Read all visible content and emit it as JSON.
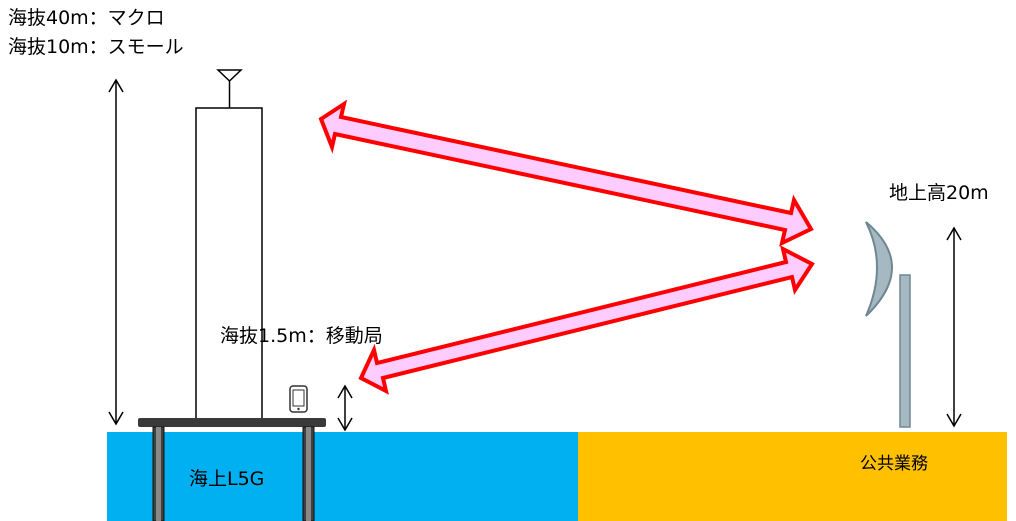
{
  "labels": {
    "macro_elevation": "海抜40m：マクロ",
    "small_elevation": "海抜10m：スモール",
    "mobile_elevation": "海抜1.5m：移動局",
    "ground_height": "地上高20m",
    "sea_area": "海上L5G",
    "public_area": "公共業務"
  },
  "colors": {
    "sea": "#00B0F0",
    "land": "#FFC000",
    "arrow_fill": "#FFCCFF",
    "arrow_stroke": "#FF0000",
    "dish": "#A6B9C3",
    "pole": "#A6B9C3",
    "platform": "#3A3A3A"
  },
  "icons": {
    "antenna": "antenna-icon",
    "phone": "smartphone-icon",
    "dish": "parabolic-dish-icon"
  }
}
